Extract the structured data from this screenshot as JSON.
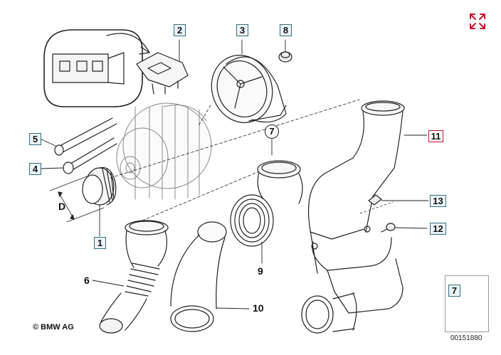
{
  "callouts": [
    {
      "id": "label-1",
      "text": "1",
      "style": "box"
    },
    {
      "id": "label-2",
      "text": "2",
      "style": "box"
    },
    {
      "id": "label-3",
      "text": "3",
      "style": "box"
    },
    {
      "id": "label-4",
      "text": "4",
      "style": "box"
    },
    {
      "id": "label-5",
      "text": "5",
      "style": "box"
    },
    {
      "id": "label-6",
      "text": "6",
      "style": "plain"
    },
    {
      "id": "label-7",
      "text": "7",
      "style": "circle"
    },
    {
      "id": "label-8",
      "text": "8",
      "style": "box"
    },
    {
      "id": "label-9",
      "text": "9",
      "style": "plain"
    },
    {
      "id": "label-10",
      "text": "10",
      "style": "plain"
    },
    {
      "id": "label-11",
      "text": "11",
      "style": "box-red"
    },
    {
      "id": "label-12",
      "text": "12",
      "style": "box"
    },
    {
      "id": "label-13",
      "text": "13",
      "style": "box"
    }
  ],
  "dimension_label": "D",
  "legend": {
    "label": "7"
  },
  "copyright": "© BMW AG",
  "drawing_number": "00151880",
  "colors": {
    "highlight": "#c8102e",
    "callout_border": "#2f6f87",
    "line": "#222222"
  },
  "icons": {
    "expand": "expand-arrows-icon"
  }
}
